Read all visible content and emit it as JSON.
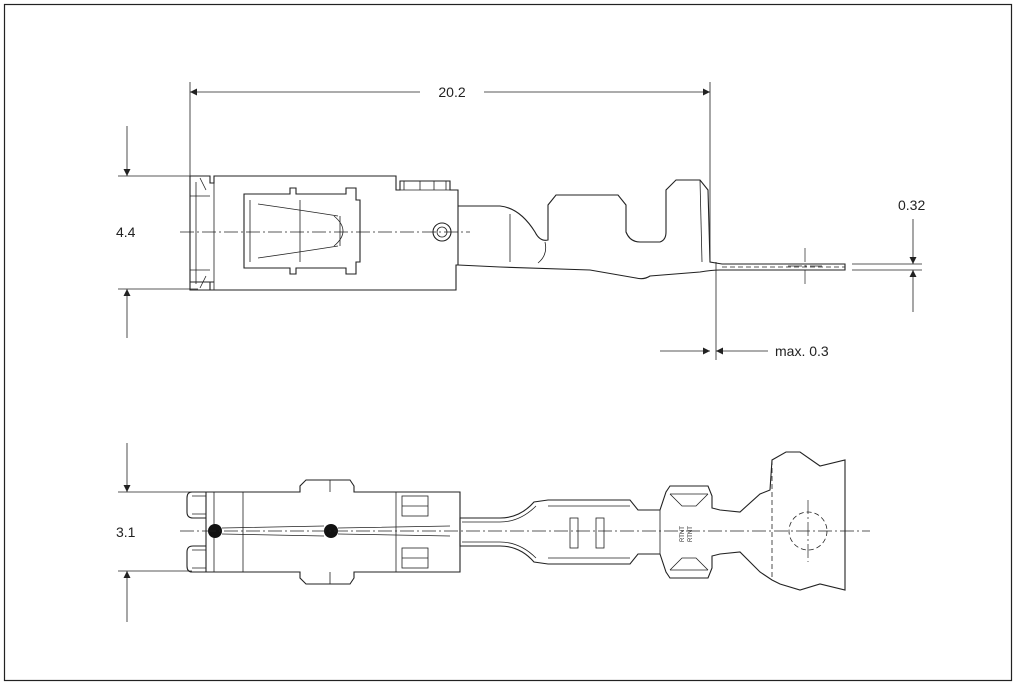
{
  "dimensions": {
    "length": "20.2",
    "height_side": "4.4",
    "thickness": "0.32",
    "tolerance": "max. 0.3",
    "width_top": "3.1"
  }
}
